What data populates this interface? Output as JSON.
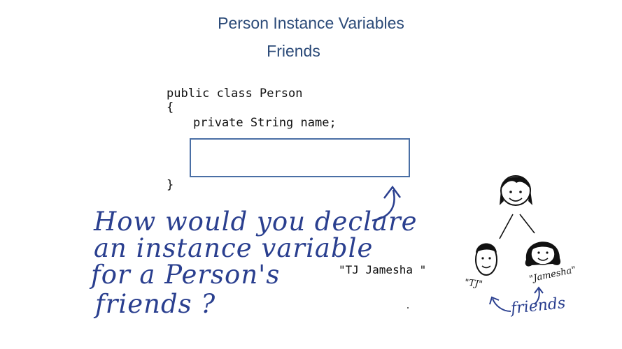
{
  "header": {
    "title": "Person Instance Variables",
    "subtitle": "Friends"
  },
  "code": {
    "line1": "public class Person",
    "line2": "{",
    "line3": "private String name;",
    "line4": "}"
  },
  "question": {
    "line1": "How would you declare",
    "line2": "an instance variable",
    "line3": "for a Person's",
    "line4": "friends ?"
  },
  "example": {
    "value": "\"TJ Jamesha \""
  },
  "illustration": {
    "label_tj": "\"TJ\"",
    "label_jamesha": "\"Jamesha\"",
    "label_friends": "friends"
  },
  "colors": {
    "title": "#2b4a78",
    "handwriting": "#2a3f8f",
    "answer_box_border": "#4a6fa5"
  }
}
